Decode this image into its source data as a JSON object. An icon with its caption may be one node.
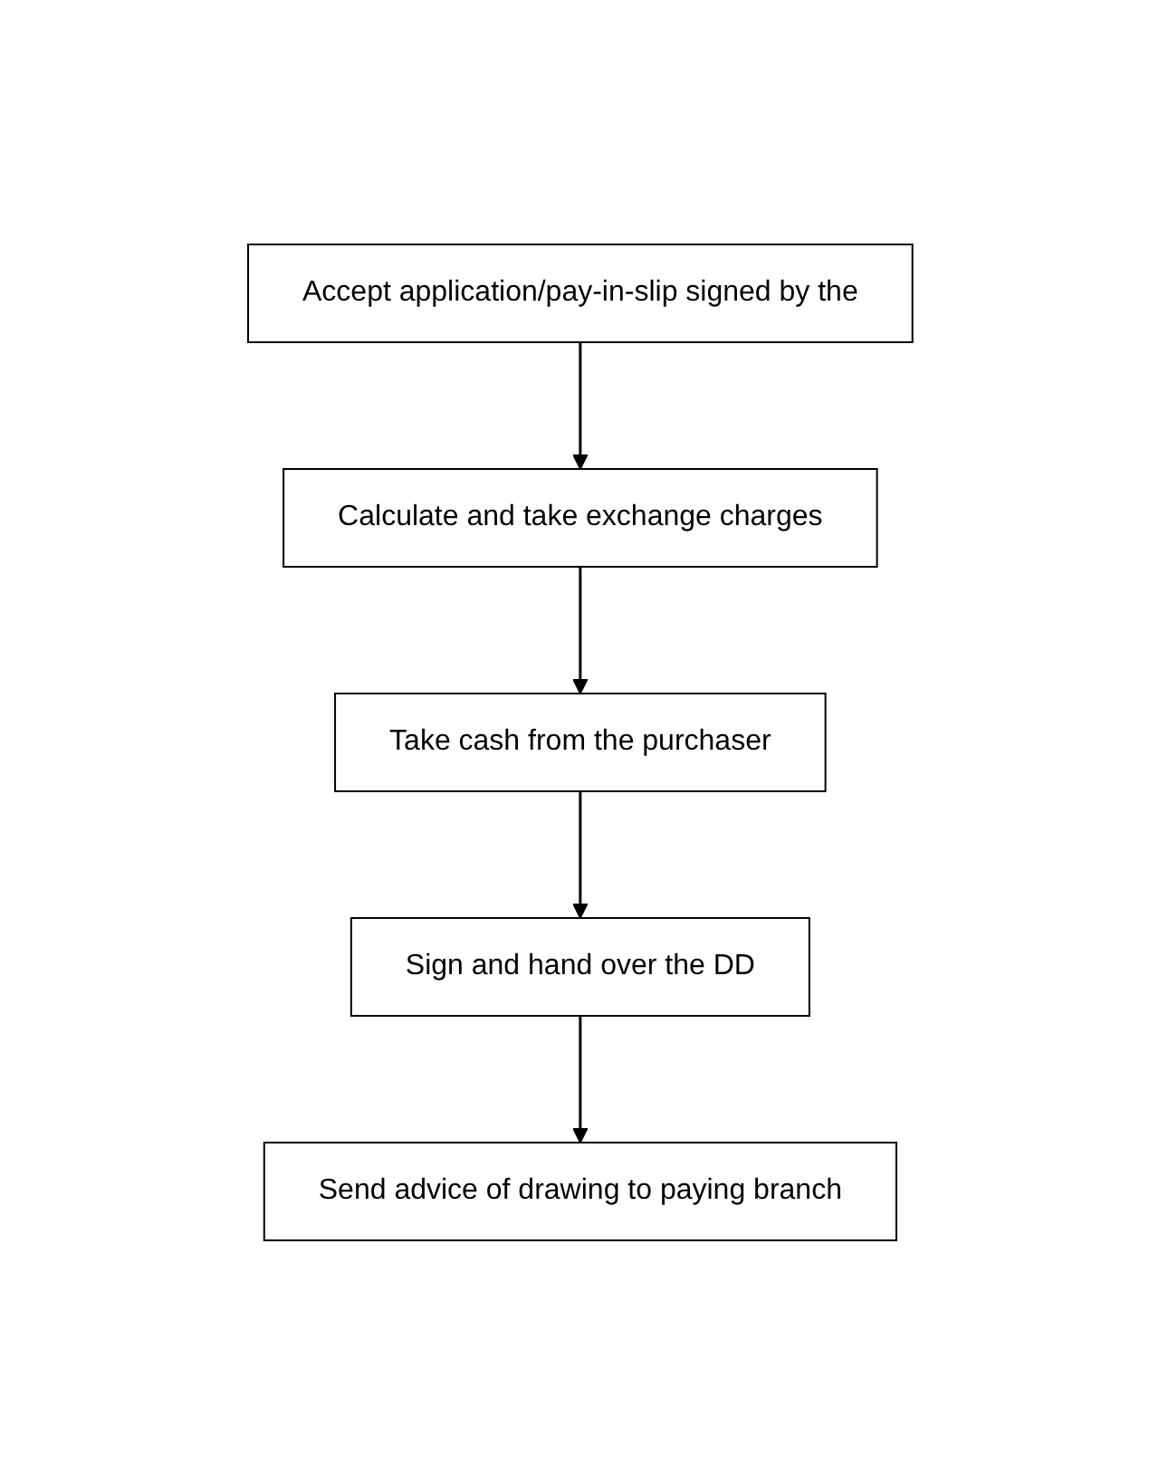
{
  "diagram": {
    "nodes": [
      {
        "text": [
          "Accept application/pay-in-slip signed by the"
        ]
      },
      {
        "text": [
          "Calculate and take exchange charges"
        ]
      },
      {
        "text": [
          "Take cash from the purchaser"
        ]
      },
      {
        "text": [
          "Sign and hand over the DD"
        ]
      },
      {
        "text": [
          "Send advice of drawing to paying branch"
        ]
      }
    ],
    "edges": [
      {
        "from": 0,
        "to": 1,
        "arrow": "to"
      },
      {
        "from": 1,
        "to": 2,
        "arrow": "to"
      },
      {
        "from": 2,
        "to": 3,
        "arrow": "to"
      },
      {
        "from": 3,
        "to": 4,
        "arrow": "to"
      }
    ]
  }
}
